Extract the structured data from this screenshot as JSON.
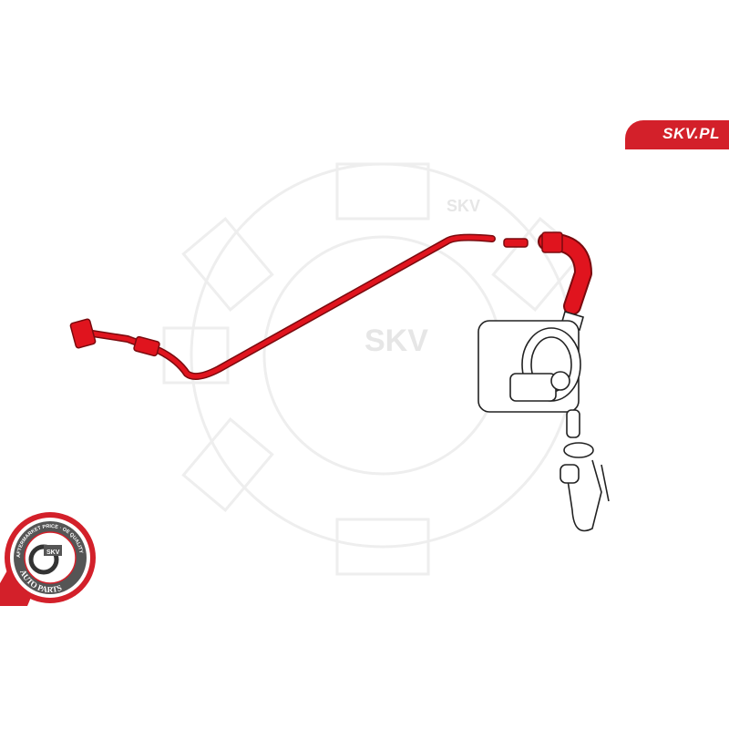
{
  "brand": {
    "label": "SKV.PL",
    "color": "#d3202a"
  },
  "watermark": {
    "label": "SKV"
  },
  "badge": {
    "center": "SKV",
    "top_ring": "AFTERMARKET PRICE · OE QUALITY",
    "bottom_ring": "AUTO PARTS"
  },
  "product": {
    "highlight_color": "#e0141e",
    "outline_color": "#222222"
  }
}
